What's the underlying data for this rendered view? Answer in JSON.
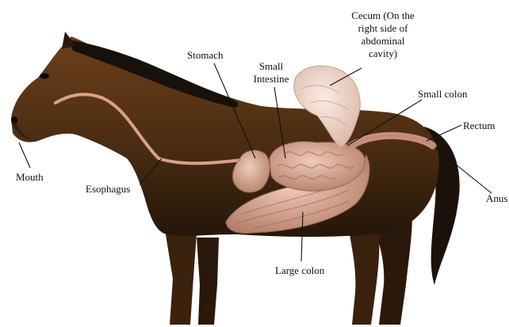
{
  "labels": {
    "cecum": "Cecum (On the right side of abdominal cavity)",
    "stomach": "Stomach",
    "small_intestine": "Small Intestine",
    "small_colon": "Small colon",
    "rectum": "Rectum",
    "mouth": "Mouth",
    "esophagus": "Esophagus",
    "anus": "Anus",
    "large_colon": "Large colon"
  },
  "colors": {
    "horse_coat": "#4a2c12",
    "horse_shadow": "#24160a",
    "mane": "#17110b",
    "organ": "#d7aa98",
    "organ_dark": "#b9836f",
    "cecum": "#f0d9cc",
    "esophagus": "#d9a08c",
    "leader_line": "#111111"
  }
}
